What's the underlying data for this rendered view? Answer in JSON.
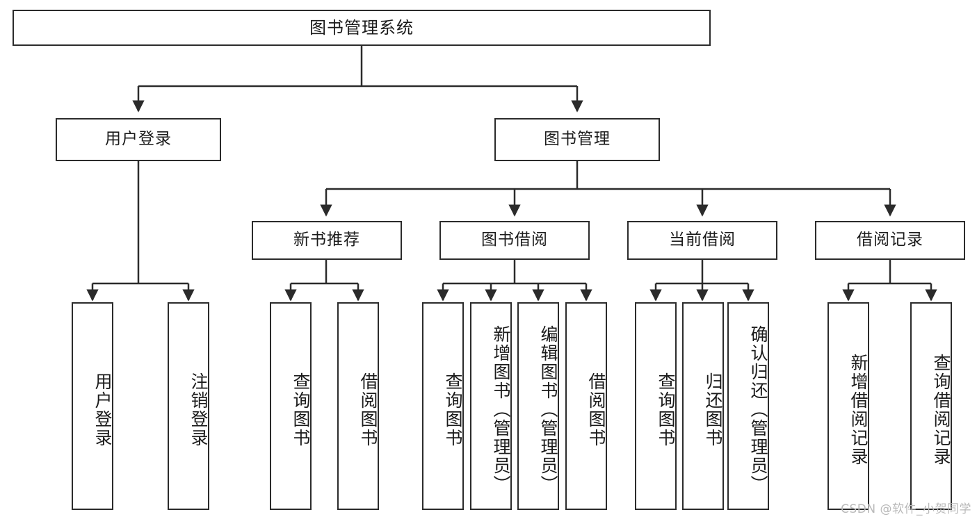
{
  "diagram": {
    "title": "图书管理系统",
    "type": "hierarchy-tree",
    "root": {
      "label": "图书管理系统"
    },
    "level2": [
      {
        "id": "user-login",
        "label": "用户登录"
      },
      {
        "id": "book-management",
        "label": "图书管理"
      }
    ],
    "level3": [
      {
        "id": "new-book-recommend",
        "label": "新书推荐"
      },
      {
        "id": "book-borrow",
        "label": "图书借阅"
      },
      {
        "id": "current-borrow",
        "label": "当前借阅"
      },
      {
        "id": "borrow-record",
        "label": "借阅记录"
      }
    ],
    "leaves": {
      "user_login": [
        {
          "id": "leaf-user-login",
          "label": "用户登录"
        },
        {
          "id": "leaf-logout",
          "label": "注销登录"
        }
      ],
      "new_book_recommend": [
        {
          "id": "leaf-query-book-1",
          "label": "查询图书"
        },
        {
          "id": "leaf-borrow-book-1",
          "label": "借阅图书"
        }
      ],
      "book_borrow": [
        {
          "id": "leaf-query-book-2",
          "label": "查询图书"
        },
        {
          "id": "leaf-add-book",
          "label": "新增图书（管理员）"
        },
        {
          "id": "leaf-edit-book",
          "label": "编辑图书（管理员）"
        },
        {
          "id": "leaf-borrow-book-2",
          "label": "借阅图书"
        }
      ],
      "current_borrow": [
        {
          "id": "leaf-query-book-3",
          "label": "查询图书"
        },
        {
          "id": "leaf-return-book",
          "label": "归还图书"
        },
        {
          "id": "leaf-confirm-return",
          "label": "确认归还（管理员）"
        }
      ],
      "borrow_record": [
        {
          "id": "leaf-add-record",
          "label": "新增借阅记录"
        },
        {
          "id": "leaf-query-record",
          "label": "查询借阅记录"
        }
      ]
    }
  },
  "watermark": {
    "text": "CSDN @软件_小贺同学"
  },
  "colors": {
    "stroke": "#2b2b2b",
    "background": "#ffffff",
    "text": "#1b1b1b",
    "watermark": "#b9b9b9"
  }
}
